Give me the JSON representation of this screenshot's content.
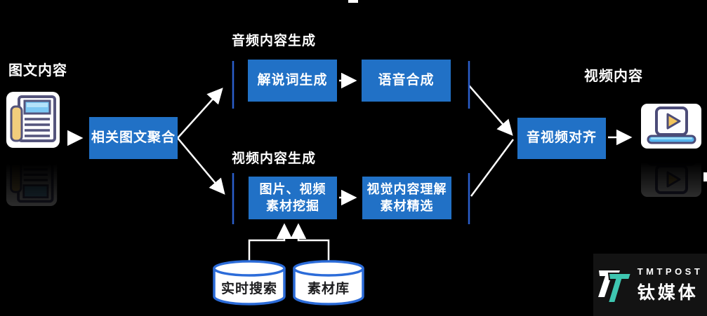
{
  "labels": {
    "input": "图文内容",
    "output": "视频内容",
    "audio_section": "音频内容生成",
    "video_section": "视频内容生成"
  },
  "boxes": {
    "aggregate": "相关图文聚合",
    "narration": "解说词生成",
    "tts": "语音合成",
    "mining_l1": "图片、视频",
    "mining_l2": "素材挖掘",
    "visual_l1": "视觉内容理解",
    "visual_l2": "素材精选",
    "align": "音视频对齐"
  },
  "databases": [
    {
      "label": "实时搜索"
    },
    {
      "label": "素材库"
    }
  ],
  "logo": {
    "brand": "TMTPOST",
    "brand_cn": "钛媒体"
  },
  "icons": {
    "input_icon": "newspaper-icon",
    "output_icon": "laptop-play-icon",
    "database_icon": "database-cylinder-icon"
  },
  "colors": {
    "background": "#000000",
    "process_box": "#2171c6",
    "bracket_line": "#2b5ecb",
    "arrow": "#ffffff",
    "cylinder_border": "#2c6cd9",
    "cylinder_fill": "#ffffff",
    "cylinder_text": "#1d1d1f",
    "logo_teal": "#3ec6b0",
    "logo_background": "#131313"
  }
}
